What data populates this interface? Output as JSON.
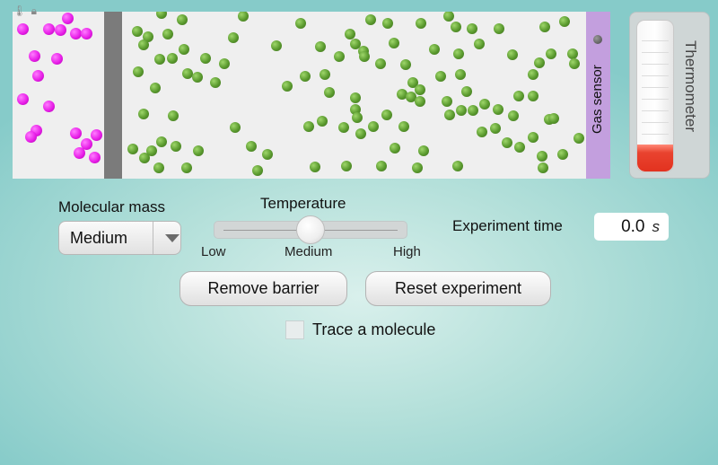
{
  "chamber": {
    "icons": [
      "thermometer-small-icon",
      "lock-icon"
    ],
    "purple_molecules": [
      [
        25,
        32
      ],
      [
        54,
        32
      ],
      [
        75,
        20
      ],
      [
        67,
        33
      ],
      [
        84,
        37
      ],
      [
        96,
        37
      ],
      [
        38,
        62
      ],
      [
        63,
        65
      ],
      [
        42,
        84
      ],
      [
        25,
        110
      ],
      [
        54,
        118
      ],
      [
        40,
        145
      ],
      [
        34,
        152
      ],
      [
        84,
        148
      ],
      [
        107,
        150
      ],
      [
        96,
        160
      ],
      [
        88,
        170
      ],
      [
        105,
        175
      ]
    ],
    "green_molecules": [
      [
        180,
        15
      ],
      [
        203,
        22
      ],
      [
        271,
        18
      ],
      [
        153,
        35
      ],
      [
        165,
        41
      ],
      [
        187,
        38
      ],
      [
        335,
        26
      ],
      [
        413,
        22
      ],
      [
        432,
        26
      ],
      [
        469,
        26
      ],
      [
        500,
        18
      ],
      [
        508,
        30
      ],
      [
        526,
        32
      ],
      [
        556,
        32
      ],
      [
        607,
        30
      ],
      [
        629,
        24
      ],
      [
        160,
        50
      ],
      [
        205,
        55
      ],
      [
        260,
        42
      ],
      [
        308,
        51
      ],
      [
        357,
        52
      ],
      [
        390,
        38
      ],
      [
        396,
        49
      ],
      [
        439,
        48
      ],
      [
        405,
        57
      ],
      [
        484,
        55
      ],
      [
        534,
        49
      ],
      [
        571,
        61
      ],
      [
        614,
        60
      ],
      [
        638,
        60
      ],
      [
        178,
        66
      ],
      [
        192,
        65
      ],
      [
        229,
        65
      ],
      [
        250,
        71
      ],
      [
        378,
        63
      ],
      [
        406,
        63
      ],
      [
        424,
        71
      ],
      [
        452,
        72
      ],
      [
        511,
        60
      ],
      [
        601,
        70
      ],
      [
        640,
        71
      ],
      [
        154,
        80
      ],
      [
        209,
        82
      ],
      [
        220,
        86
      ],
      [
        240,
        92
      ],
      [
        340,
        85
      ],
      [
        362,
        83
      ],
      [
        320,
        96
      ],
      [
        460,
        92
      ],
      [
        468,
        100
      ],
      [
        491,
        85
      ],
      [
        513,
        83
      ],
      [
        594,
        83
      ],
      [
        173,
        98
      ],
      [
        367,
        103
      ],
      [
        396,
        109
      ],
      [
        448,
        105
      ],
      [
        458,
        108
      ],
      [
        520,
        102
      ],
      [
        578,
        107
      ],
      [
        594,
        107
      ],
      [
        160,
        127
      ],
      [
        193,
        129
      ],
      [
        359,
        135
      ],
      [
        396,
        122
      ],
      [
        398,
        131
      ],
      [
        431,
        128
      ],
      [
        468,
        113
      ],
      [
        498,
        113
      ],
      [
        501,
        128
      ],
      [
        514,
        123
      ],
      [
        527,
        123
      ],
      [
        540,
        116
      ],
      [
        555,
        122
      ],
      [
        572,
        129
      ],
      [
        612,
        133
      ],
      [
        617,
        132
      ],
      [
        262,
        142
      ],
      [
        344,
        141
      ],
      [
        383,
        142
      ],
      [
        402,
        149
      ],
      [
        416,
        141
      ],
      [
        450,
        141
      ],
      [
        537,
        147
      ],
      [
        552,
        143
      ],
      [
        594,
        153
      ],
      [
        645,
        154
      ],
      [
        148,
        166
      ],
      [
        161,
        176
      ],
      [
        169,
        168
      ],
      [
        180,
        158
      ],
      [
        196,
        163
      ],
      [
        221,
        168
      ],
      [
        280,
        163
      ],
      [
        298,
        172
      ],
      [
        440,
        165
      ],
      [
        472,
        168
      ],
      [
        565,
        159
      ],
      [
        579,
        164
      ],
      [
        604,
        174
      ],
      [
        627,
        172
      ],
      [
        177,
        187
      ],
      [
        208,
        187
      ],
      [
        287,
        190
      ],
      [
        351,
        186
      ],
      [
        386,
        185
      ],
      [
        425,
        185
      ],
      [
        465,
        187
      ],
      [
        510,
        185
      ],
      [
        605,
        187
      ]
    ]
  },
  "sensor": {
    "label": "Gas sensor",
    "dot_icon": "sensor-dot-icon"
  },
  "thermometer": {
    "label": "Thermometer",
    "level_fraction": 0.18
  },
  "controls": {
    "molecular_mass": {
      "label": "Molecular mass",
      "selected": "Medium",
      "arrow_icon": "chevron-down-icon"
    },
    "temperature": {
      "label": "Temperature",
      "low": "Low",
      "medium": "Medium",
      "high": "High",
      "value_fraction": 0.5
    },
    "experiment_time": {
      "label": "Experiment time",
      "value": "0.0",
      "unit": "s"
    },
    "remove_barrier": "Remove barrier",
    "reset_experiment": "Reset experiment",
    "trace_molecule": "Trace a molecule"
  },
  "colors": {
    "purple": "#e820e8",
    "green": "#5a9a2e",
    "sensor": "#c39fde",
    "thermo_fill": "#e2321f"
  }
}
